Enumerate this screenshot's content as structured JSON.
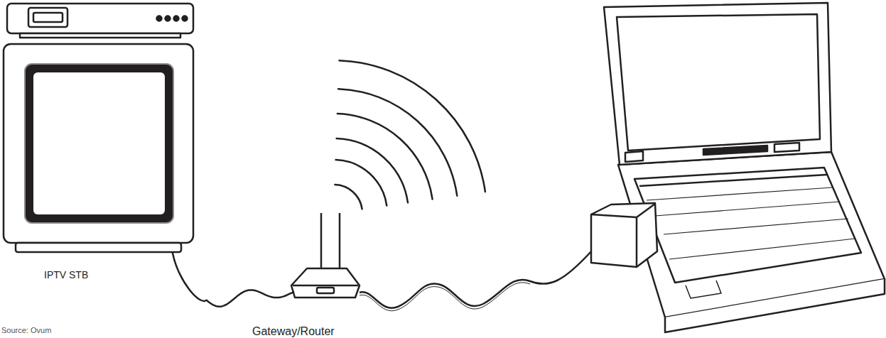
{
  "diagram": {
    "nodes": [
      {
        "text": [
          "IPTV STB"
        ]
      },
      {
        "text": [
          "Gateway/Router"
        ]
      }
    ],
    "edges": [
      {
        "from": 0,
        "to": 1,
        "arrow": "none"
      }
    ],
    "labels": [
      "Source: Ovum"
    ]
  }
}
